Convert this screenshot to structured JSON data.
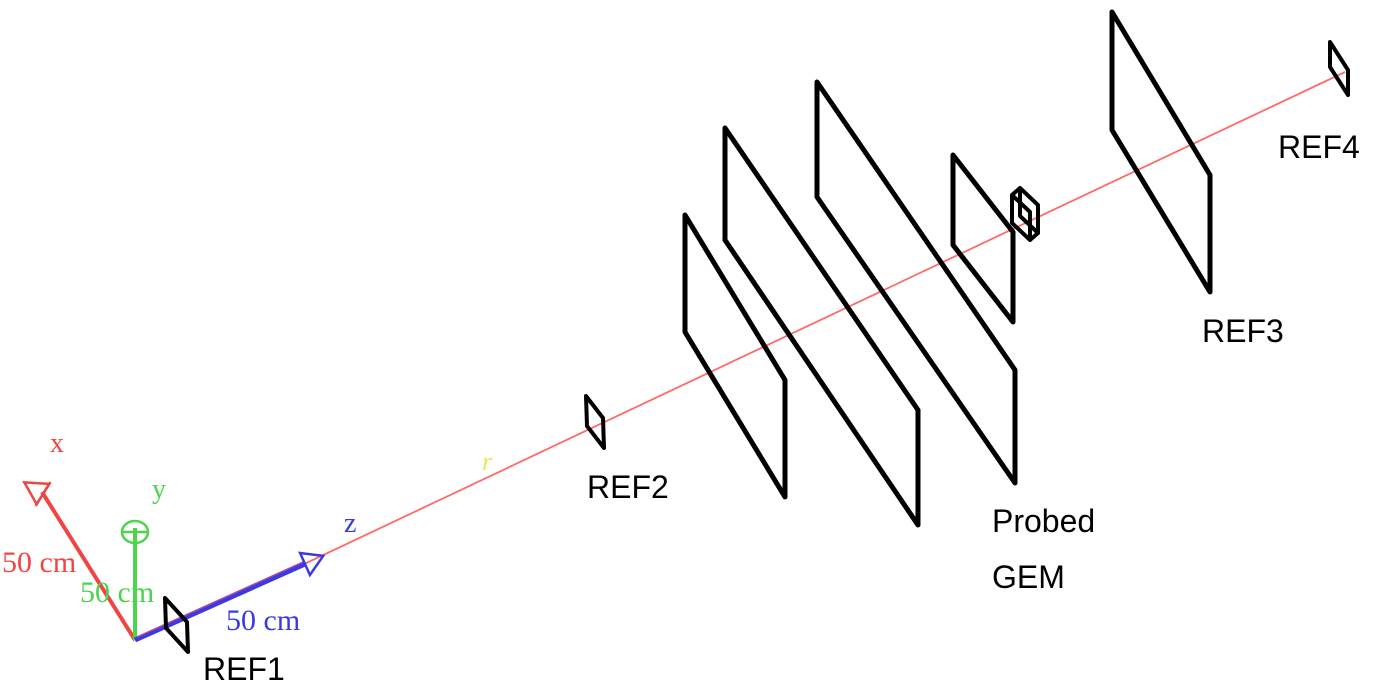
{
  "colors": {
    "x_axis": "#f04545",
    "y_axis": "#4cd44c",
    "z_axis": "#3a3ae0",
    "beam": "#ff6b6b",
    "beam_marker": "#e8e860",
    "detector": "#000000",
    "background": "#ffffff"
  },
  "axes": {
    "x": {
      "label": "x",
      "scale_label": "50 cm"
    },
    "y": {
      "label": "y",
      "scale_label": "50 cm"
    },
    "z": {
      "label": "z",
      "scale_label": "50 cm"
    }
  },
  "beam": {
    "marker_label": "r"
  },
  "detectors": {
    "ref1": "REF1",
    "ref2": "REF2",
    "ref3": "REF3",
    "ref4": "REF4",
    "probed_line1": "Probed",
    "probed_line2": "GEM"
  }
}
